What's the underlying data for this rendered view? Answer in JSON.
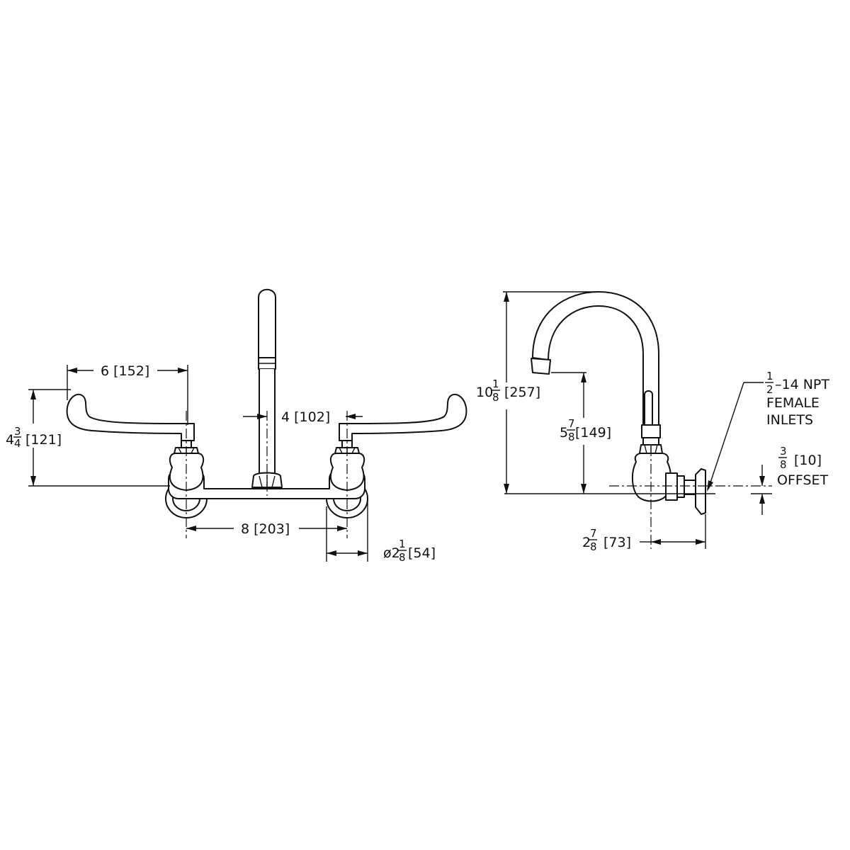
{
  "dims": {
    "handle_reach": "6 [152]",
    "spout_offset": "4 [102]",
    "handle_height_whole": "4",
    "handle_height_num": "3",
    "handle_height_den": "4",
    "handle_height_metric": "[121]",
    "centers": "8 [203]",
    "flange_prefix": "ø2",
    "flange_num": "1",
    "flange_den": "8",
    "flange_metric": "[54]",
    "total_height_whole": "10",
    "total_height_num": "1",
    "total_height_den": "8",
    "total_height_metric": "[257]",
    "spout_height_whole": "5",
    "spout_height_num": "7",
    "spout_height_den": "8",
    "spout_height_metric": "[149]",
    "projection_whole": "2",
    "projection_num": "7",
    "projection_den": "8",
    "projection_metric": "[73]",
    "offset_num": "3",
    "offset_den": "8",
    "offset_metric": "[10]",
    "offset_label": "OFFSET",
    "inlet_num": "1",
    "inlet_den": "2",
    "inlet_thread": "–14 NPT",
    "inlet_line2": "FEMALE",
    "inlet_line3": "INLETS"
  }
}
